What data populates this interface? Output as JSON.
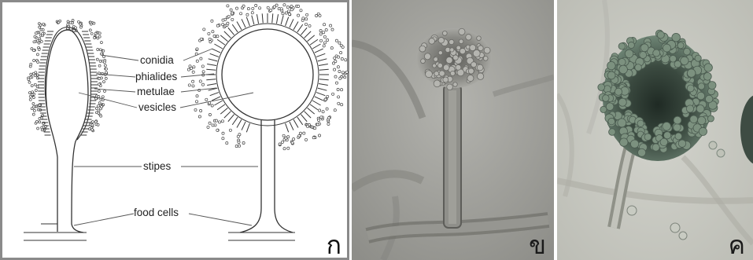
{
  "panels": [
    {
      "letter": "ก",
      "kind": "diagram",
      "labels": {
        "conidia": "conidia",
        "phialides": "phialides",
        "metulae": "metulae",
        "vesicles": "vesicles",
        "stipes": "stipes",
        "food_cells": "food cells"
      }
    },
    {
      "letter": "ข",
      "kind": "micrograph"
    },
    {
      "letter": "ค",
      "kind": "micrograph"
    }
  ],
  "colors": {
    "frame": "#8a8a8a",
    "line": "#333333",
    "micro_b_bg": "#a4a49f",
    "micro_c_bg": "#c7c8c1",
    "spore_green": "#5f7566"
  }
}
